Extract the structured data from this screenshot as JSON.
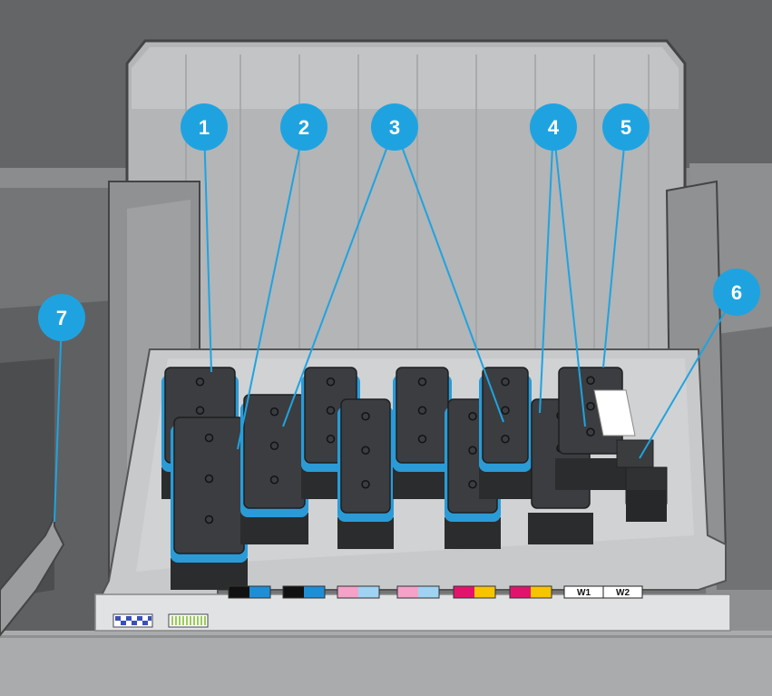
{
  "colors": {
    "callout": "#1fa3e0",
    "seal": "#2a9bd7",
    "cap_body": "#3b3d40",
    "tray": "#c9cbcd",
    "panel_back": "#b7b9bb"
  },
  "callouts": [
    {
      "id": "1",
      "label": "1"
    },
    {
      "id": "2",
      "label": "2"
    },
    {
      "id": "3",
      "label": "3"
    },
    {
      "id": "4",
      "label": "4"
    },
    {
      "id": "5",
      "label": "5"
    },
    {
      "id": "6",
      "label": "6"
    },
    {
      "id": "7",
      "label": "7"
    }
  ],
  "color_indicators": [
    {
      "name": "K-C",
      "colors": [
        "#111111",
        "#1e8fd6"
      ]
    },
    {
      "name": "K-C",
      "colors": [
        "#111111",
        "#1e8fd6"
      ]
    },
    {
      "name": "LM-LC",
      "colors": [
        "#f4a2c8",
        "#9fd3f1"
      ]
    },
    {
      "name": "LM-LC",
      "colors": [
        "#f4a2c8",
        "#9fd3f1"
      ]
    },
    {
      "name": "M-Y",
      "colors": [
        "#e3136d",
        "#f7c400"
      ]
    },
    {
      "name": "M-Y",
      "colors": [
        "#e3136d",
        "#f7c400"
      ]
    },
    {
      "name": "W1-W2",
      "colors": [
        "#ffffff",
        "#ffffff"
      ]
    }
  ],
  "white_labels": {
    "w1": "W1",
    "w2": "W2"
  }
}
